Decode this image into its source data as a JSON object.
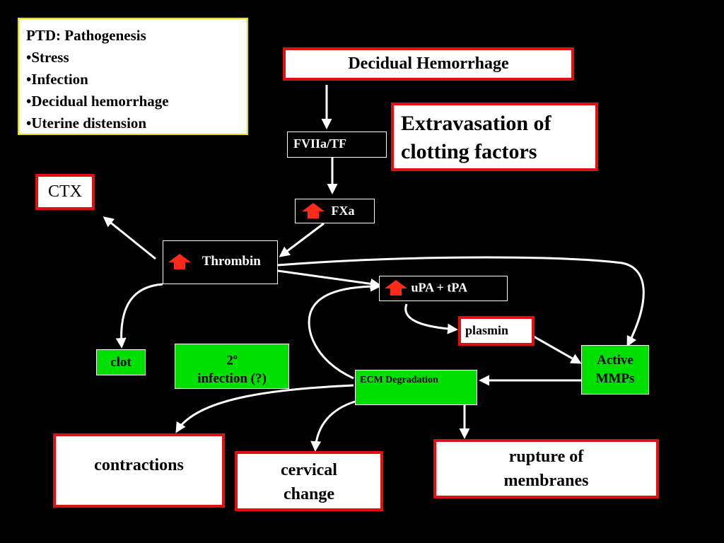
{
  "ptd_box": {
    "title": "PTD: Pathogenesis",
    "items": [
      "•Stress",
      "•Infection",
      "•Decidual hemorrhage",
      "•Uterine distension"
    ]
  },
  "nodes": {
    "decidual_hemorrhage": "Decidual Hemorrhage",
    "extravasation_line1": "Extravasation of",
    "extravasation_line2": "clotting factors",
    "fviia_tf": "FVIIa/TF",
    "ctx": "CTX",
    "fxa": "FXa",
    "thrombin": "Thrombin",
    "upa_tpa": "uPA + tPA",
    "plasmin": "plasmin",
    "clot": "clot",
    "second_infection_num": "2",
    "second_infection_sup": "o",
    "second_infection_text": "infection (?)",
    "active_mmps_line1": "Active",
    "active_mmps_line2": "MMPs",
    "ecm_degradation": "ECM Degradation",
    "contractions": "contractions",
    "cervical_line1": "cervical",
    "cervical_line2": "change",
    "rupture_line1": "rupture of",
    "rupture_line2": "membranes"
  },
  "colors": {
    "background": "#000000",
    "red_border": "#e01010",
    "green_fill": "#00e000",
    "up_arrow": "#ff2a1a",
    "arrow": "#ffffff"
  }
}
